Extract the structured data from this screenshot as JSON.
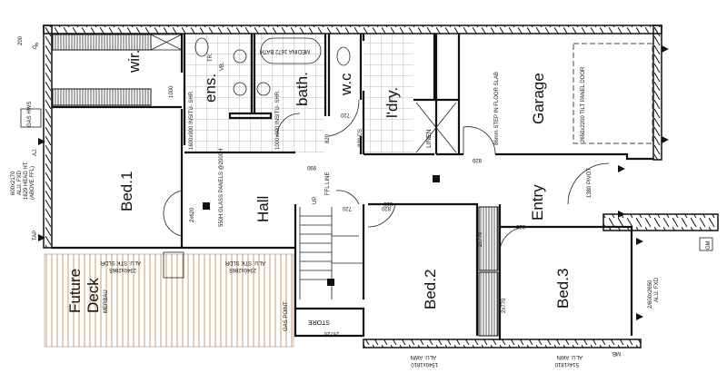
{
  "rooms": {
    "wir": "wir.",
    "ens": "ens.",
    "bath": "bath.",
    "wc": "w.c",
    "laundry": "l'dry.",
    "linen": "LINEN",
    "garage": "Garage",
    "bed1": "Bed.1",
    "hall": "Hall",
    "entry": "Entry",
    "bed2": "Bed.2",
    "bed3": "Bed.3",
    "store": "STORE",
    "deck": "Future",
    "deck2": "Deck",
    "deck_material": "MERBAU"
  },
  "annotations": {
    "dim_200": "200",
    "dim_1000": "1000",
    "bath_spec": "MEDINA 1672 BATH",
    "shower1": "1600x900 INSITU- SHR.",
    "shower2": "1000x900 INSITU- SHR.",
    "wc_door": "720",
    "bath_door": "820",
    "ldry_door": "820 CS",
    "dim_990": "990",
    "ffl_line": "FFL LINE",
    "up": "UP.",
    "stair_door": "720",
    "hall_door": "820",
    "garage_door_swing": "820",
    "garage_step": "86mm STEP IN FLOOR SLAB",
    "garage_panel": "2650x2200 TILT PANEL DOOR",
    "entry_pivot": "1380 PIVOT",
    "bed1_door": "2x620",
    "glass_panels": "550H GLASS PANELS @2000H",
    "gas_hws": "GAS HWS",
    "window_left_1": "600x2170",
    "window_left_2": "ALU. FXD",
    "window_left_3": "1629 HEAD HT.",
    "window_left_4": "(ABOVE FFL)",
    "tap": "TAP",
    "aj": "AJ.",
    "dp": "DP",
    "slider1_a": "ALU. STK SLDR",
    "slider1_b": "2340x2865",
    "slider2_a": "ALU. STK SLDR",
    "slider2_b": "2340x2865",
    "gas_point": "GAS POINT",
    "store_door": "2x720",
    "bed2_robe": "2x770",
    "bed3_robe": "2x770",
    "bed2_door": "820",
    "bed3_door": "820",
    "bed3_window_a": "2/600x2650",
    "bed3_window_b": "ALU. FXD",
    "bed2_window_a": "ALU. AWN",
    "bed2_window_b": "1540x1810",
    "bed3_sw_window_a": "ALU. AWN",
    "bed3_sw_window_b": "514x1810",
    "mb": "MB.",
    "gm": "GM",
    "vb": "VB.",
    "tr": "TR."
  },
  "colors": {
    "deck": "#d39a6a",
    "wall": "#111111"
  }
}
